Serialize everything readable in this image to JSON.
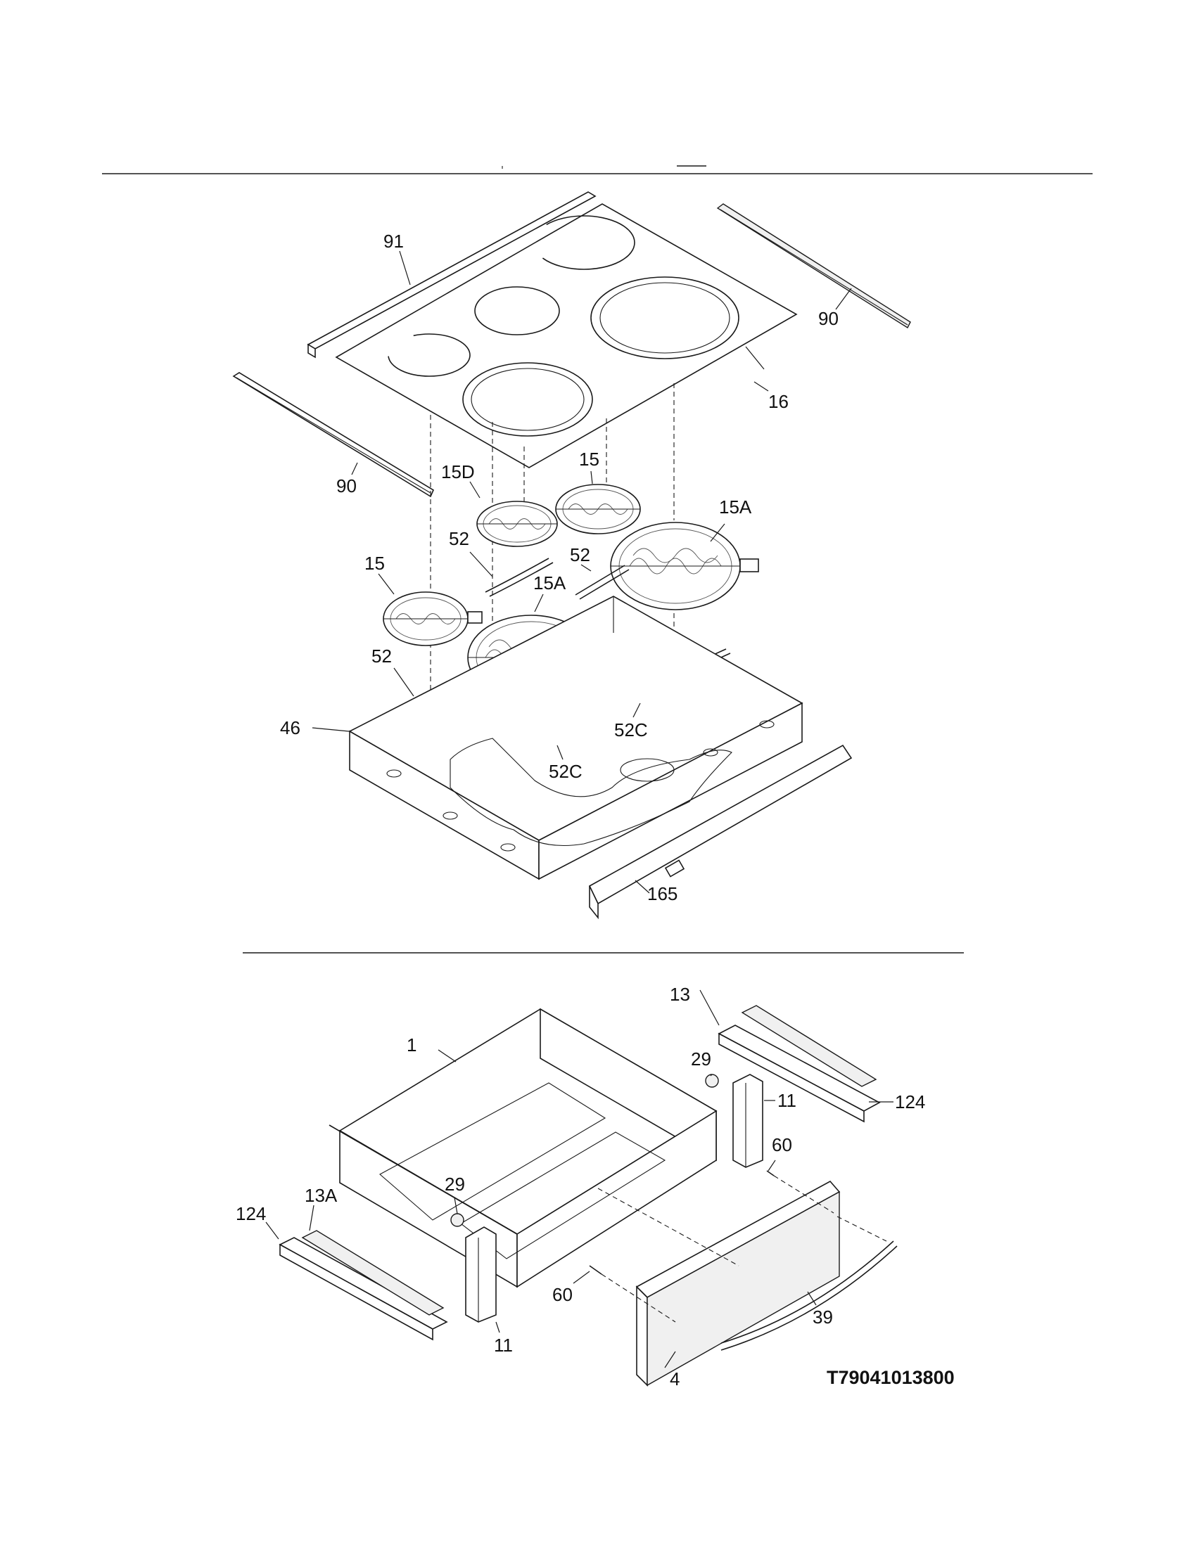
{
  "callouts": {
    "c91": "91",
    "c90_top": "90",
    "c16": "16",
    "c90_left": "90",
    "c15D": "15D",
    "c15_mid": "15",
    "c15A_right": "15A",
    "c52_a": "52",
    "c52_b": "52",
    "c15_left": "15",
    "c15A_left": "15A",
    "c52_c": "52",
    "c52C_right": "52C",
    "c46": "46",
    "c52C_left": "52C",
    "c165": "165",
    "c13": "13",
    "c29_right": "29",
    "c1": "1",
    "c11_right": "11",
    "c124_right": "124",
    "c60_right": "60",
    "c29_left": "29",
    "c13A": "13A",
    "c124_left": "124",
    "c60_left": "60",
    "c11_left": "11",
    "c39": "39",
    "c4": "4"
  },
  "drawing_id": "T79041013800"
}
